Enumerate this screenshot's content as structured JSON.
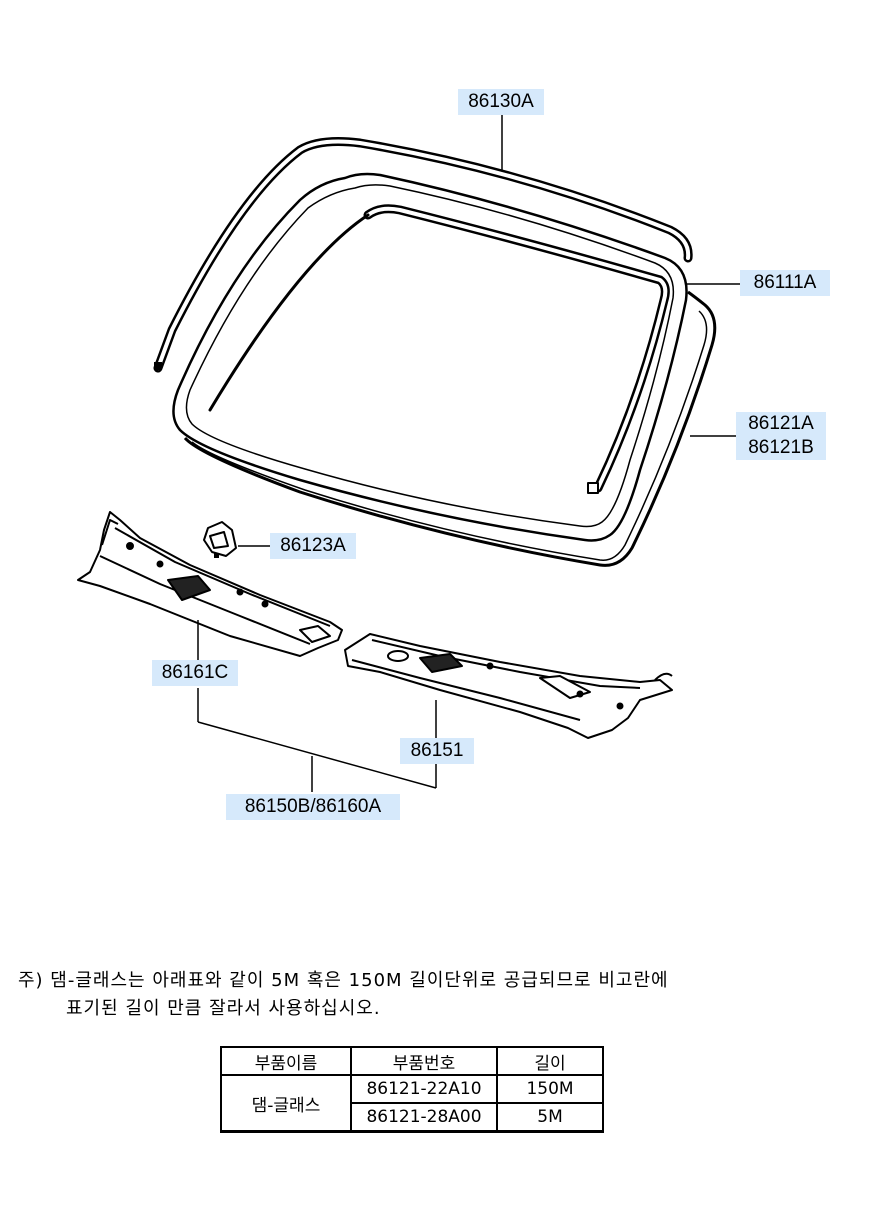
{
  "callouts": {
    "c86130A": "86130A",
    "c86111A": "86111A",
    "c86121A": "86121A",
    "c86121B": "86121B",
    "c86123A": "86123A",
    "c86161C": "86161C",
    "c86151": "86151",
    "c86150B": "86150B/86160A"
  },
  "note": {
    "line1": "주) 댐-글래스는 아래표와 같이 5M 혹은 150M 길이단위로 공급되므로 비고란에",
    "line2": "표기된 길이 만큼 잘라서 사용하십시오."
  },
  "table": {
    "headers": [
      "부품이름",
      "부품번호",
      "길이"
    ],
    "part_name": "댐-글래스",
    "rows": [
      {
        "number": "86121-22A10",
        "length": "150M"
      },
      {
        "number": "86121-28A00",
        "length": "5M"
      }
    ]
  },
  "colors": {
    "callout_bg": "#d6e9fb",
    "line": "#000000"
  }
}
